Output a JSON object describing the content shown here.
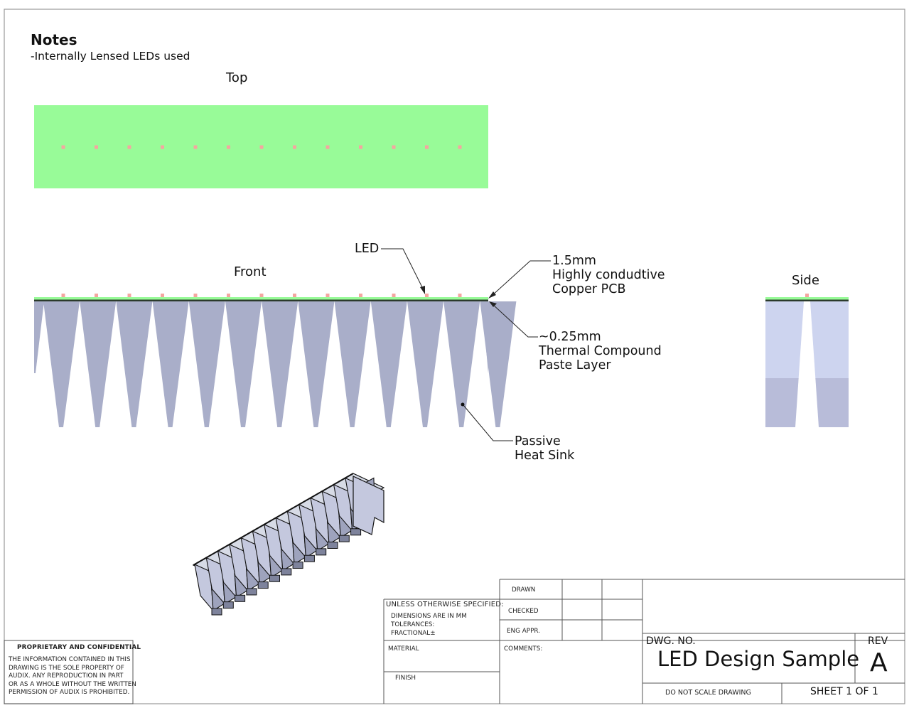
{
  "notes": {
    "title": "Notes",
    "lines": [
      "-Internally Lensed LEDs used"
    ]
  },
  "views": {
    "top": "Top",
    "front": "Front",
    "side": "Side"
  },
  "callouts": {
    "led": "LED",
    "pcb": [
      "1.5mm",
      "Highly condudtive",
      "Copper PCB"
    ],
    "thermal": [
      "~0.25mm",
      "Thermal Compound",
      "Paste Layer"
    ],
    "heatsink": [
      "Passive",
      "Heat Sink"
    ]
  },
  "colors": {
    "pcb_green": "#98fb98",
    "led_pink": "#f4a6a0",
    "heatsink_blue": "#a9aec9",
    "side_light": "#cdd4ef",
    "side_dark": "#b8bcd9",
    "paste_dark": "#2b3a2b"
  },
  "title_block": {
    "proprietary": {
      "heading": "PROPRIETARY AND CONFIDENTIAL",
      "lines": [
        "THE INFORMATION CONTAINED IN THIS",
        "DRAWING IS THE SOLE PROPERTY OF",
        "AUDIX.  ANY REPRODUCTION IN PART",
        "OR AS A WHOLE WITHOUT THE WRITTEN",
        "PERMISSION OF AUDIX IS PROHIBITED."
      ]
    },
    "unless": "UNLESS OTHERWISE SPECIFIED:",
    "spec_lines": [
      "DIMENSIONS ARE IN MM",
      "TOLERANCES:",
      "FRACTIONAL±"
    ],
    "material": "MATERIAL",
    "finish": "FINISH",
    "drawn": "DRAWN",
    "checked": "CHECKED",
    "eng_appr": "ENG APPR.",
    "comments": "COMMENTS:",
    "dwg_no_label": "DWG.  NO.",
    "dwg_name": "LED Design Sample",
    "rev_label": "REV",
    "rev": "A",
    "do_not_scale": "DO NOT SCALE DRAWING",
    "sheet": "SHEET 1 OF 1"
  }
}
